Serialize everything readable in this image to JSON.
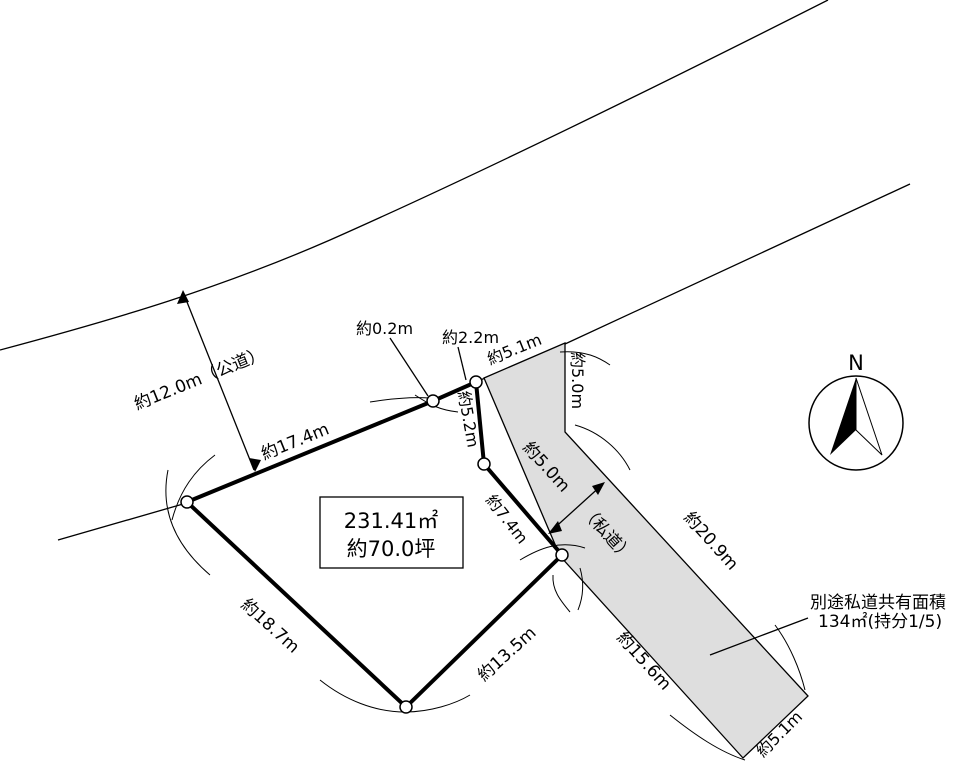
{
  "plan": {
    "area_m2": "231.41㎡",
    "area_tsubo": "約70.0坪",
    "public_road_width": "約12.0m（公道）",
    "private_road_width": "約5.0m",
    "private_road_label": "（私道）",
    "private_road_share_title": "別途私道共有面積",
    "private_road_share_detail": "134㎡(持分1/5)",
    "north": "N",
    "edges": {
      "top_main": "約17.4m",
      "tiny": "約0.2m",
      "top_short": "約2.2m",
      "road_top": "約5.1m",
      "road_right_short": "約5.0m",
      "notch": "約5.2m",
      "inner": "約7.4m",
      "bottom_right": "約13.5m",
      "bottom_left": "約18.7m",
      "road_long_right": "約20.9m",
      "road_long_left": "約15.6m",
      "road_bottom": "約5.1m"
    }
  }
}
